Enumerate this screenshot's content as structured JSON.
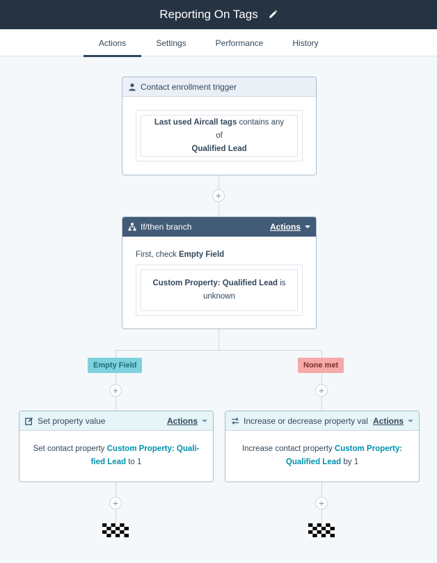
{
  "header": {
    "title": "Reporting On Tags",
    "edit_icon": "pencil-icon"
  },
  "tabs": [
    {
      "label": "Actions",
      "active": true
    },
    {
      "label": "Settings",
      "active": false
    },
    {
      "label": "Performance",
      "active": false
    },
    {
      "label": "History",
      "active": false
    }
  ],
  "trigger": {
    "icon": "person-icon",
    "title": "Contact enrollment trigger",
    "filter_property": "Last used Aircall tags",
    "filter_operator": " contains any of",
    "filter_value": "Qualified Lead"
  },
  "branch": {
    "icon": "branch-icon",
    "title": "If/then branch",
    "actions_label": "Actions",
    "first_check_prefix": "First, check ",
    "first_check_name": "Empty Field",
    "condition_property": "Custom Property: Qualified Lead",
    "condition_operator": " is",
    "condition_value": "unknown",
    "branch_left_label": "Empty Field",
    "branch_right_label": "None met"
  },
  "left_action": {
    "icon": "edit-property-icon",
    "title": "Set property value",
    "actions_label": "Actions",
    "line1_prefix": "Set contact property ",
    "line1_link": "Custom Property: Quali-",
    "line2_link": "fied Lead",
    "line2_mid": " to ",
    "line2_value": "1"
  },
  "right_action": {
    "icon": "swap-arrows-icon",
    "title": "Increase or decrease property val...",
    "actions_label": "Actions",
    "line1_prefix": "Increase contact property ",
    "line1_link": "Custom Property:",
    "line2_link": "Qualified Lead",
    "line2_mid": " by ",
    "line2_value": "1"
  },
  "add_action_symbol": "+",
  "colors": {
    "topbar": "#253342",
    "branch_header": "#425b76",
    "link": "#0091ae",
    "badge_teal": "#7fd1de",
    "badge_red": "#f5a9a9"
  }
}
